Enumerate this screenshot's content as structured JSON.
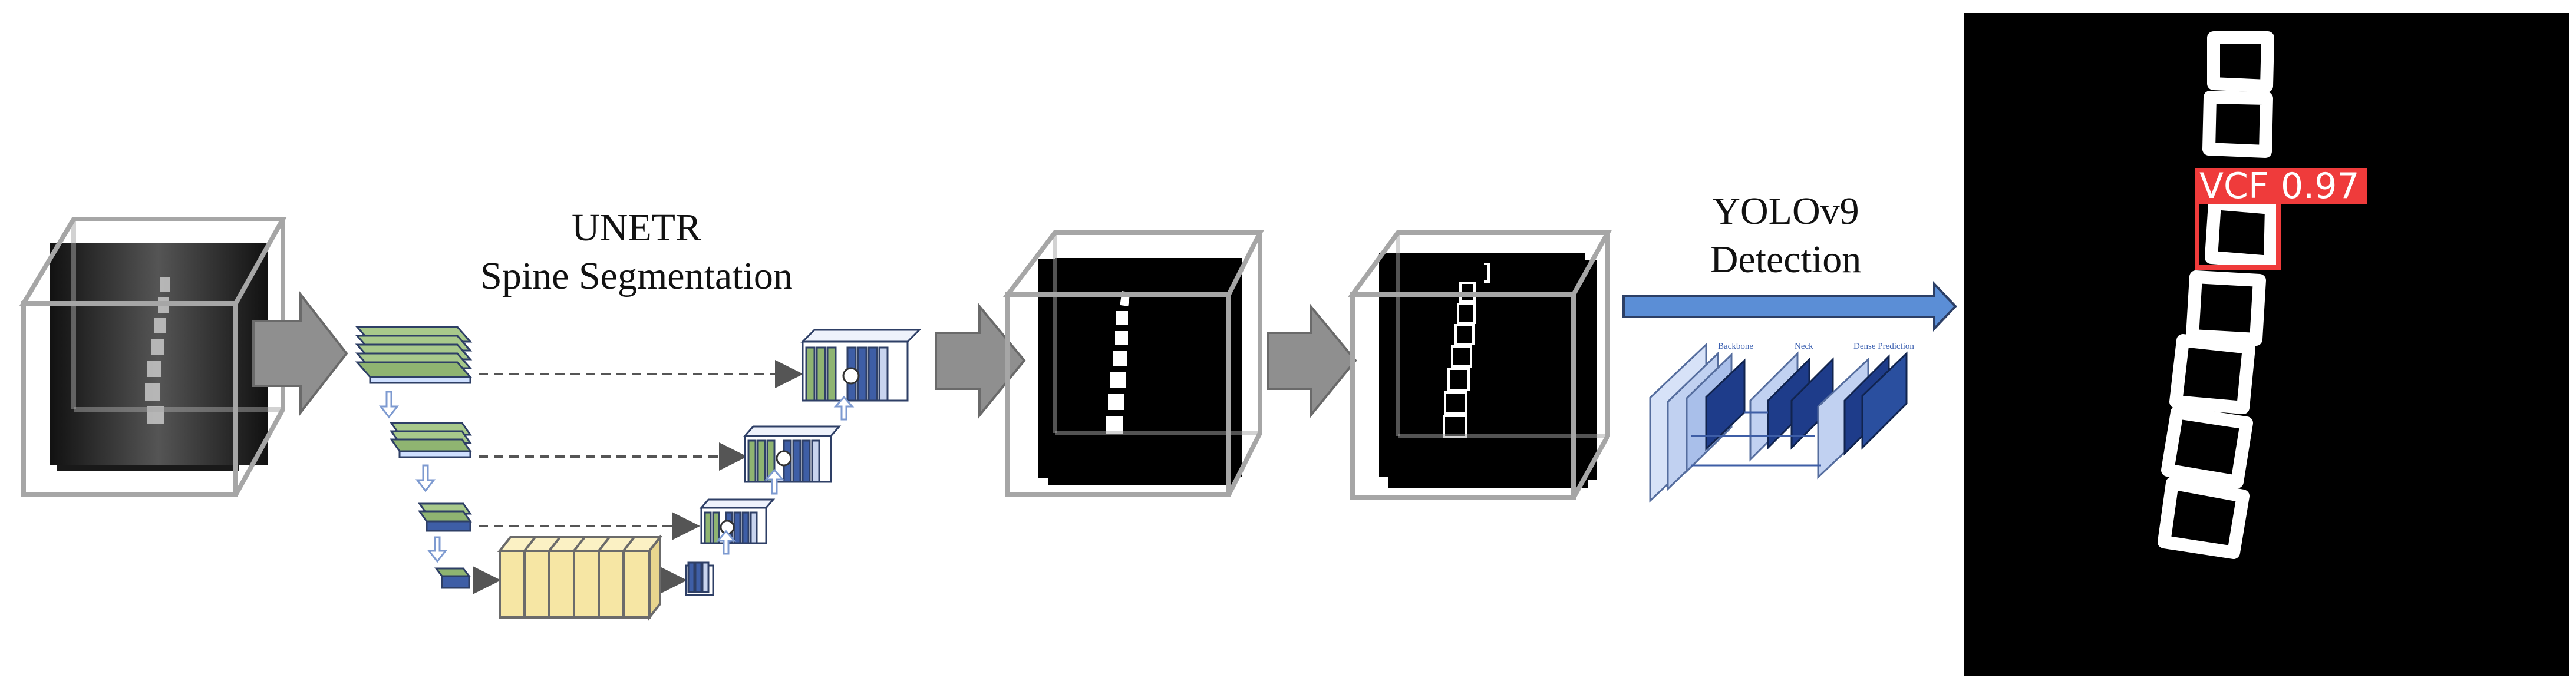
{
  "unetr": {
    "line1": "UNETR",
    "line2": "Spine Segmentation"
  },
  "yolo": {
    "line1": "YOLOv9",
    "line2": "Detection",
    "labels": {
      "backbone": "Backbone",
      "neck": "Neck",
      "head": "Dense Prediction"
    }
  },
  "result": {
    "class_label": "VCF",
    "confidence": "0.97"
  },
  "colors": {
    "encoder_green": "#8fb471",
    "decoder_blue": "#3e5ea6",
    "bottleneck_yellow": "#f6e6a4",
    "arrow_blue": "#5b8ed6",
    "detection_red": "#ef3b3b",
    "cube_gray": "#a6a6a6"
  },
  "icons": [
    "right-arrow-icon",
    "concat-icon",
    "cube-icon"
  ]
}
